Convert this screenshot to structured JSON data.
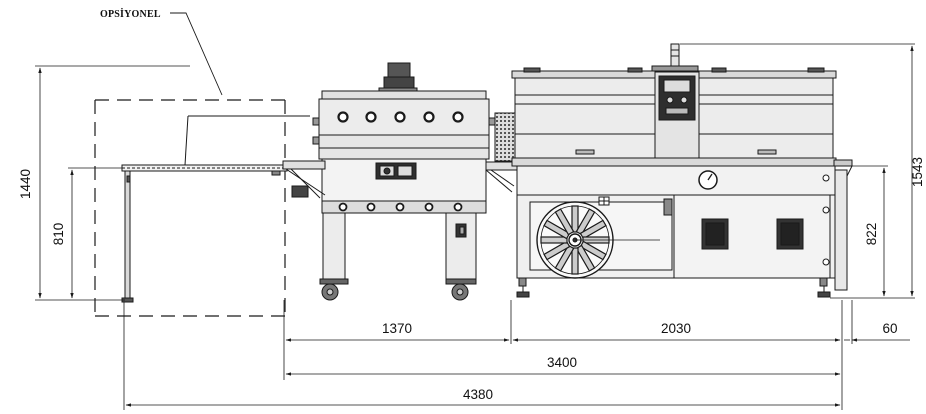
{
  "annotation": {
    "optional_label": "OPSİYONEL"
  },
  "dimensions": {
    "total_height": "1440",
    "conveyor_height": "810",
    "tunnel_length": "1370",
    "sealer_length": "2030",
    "side_offset": "60",
    "machine_height": "822",
    "overall_height": "1543",
    "combined_length": "3400",
    "total_length": "4380"
  },
  "colors": {
    "line": "#1a1a1a",
    "machine_fill": "#e9e9e9",
    "dark_fill": "#3a3a3a"
  }
}
